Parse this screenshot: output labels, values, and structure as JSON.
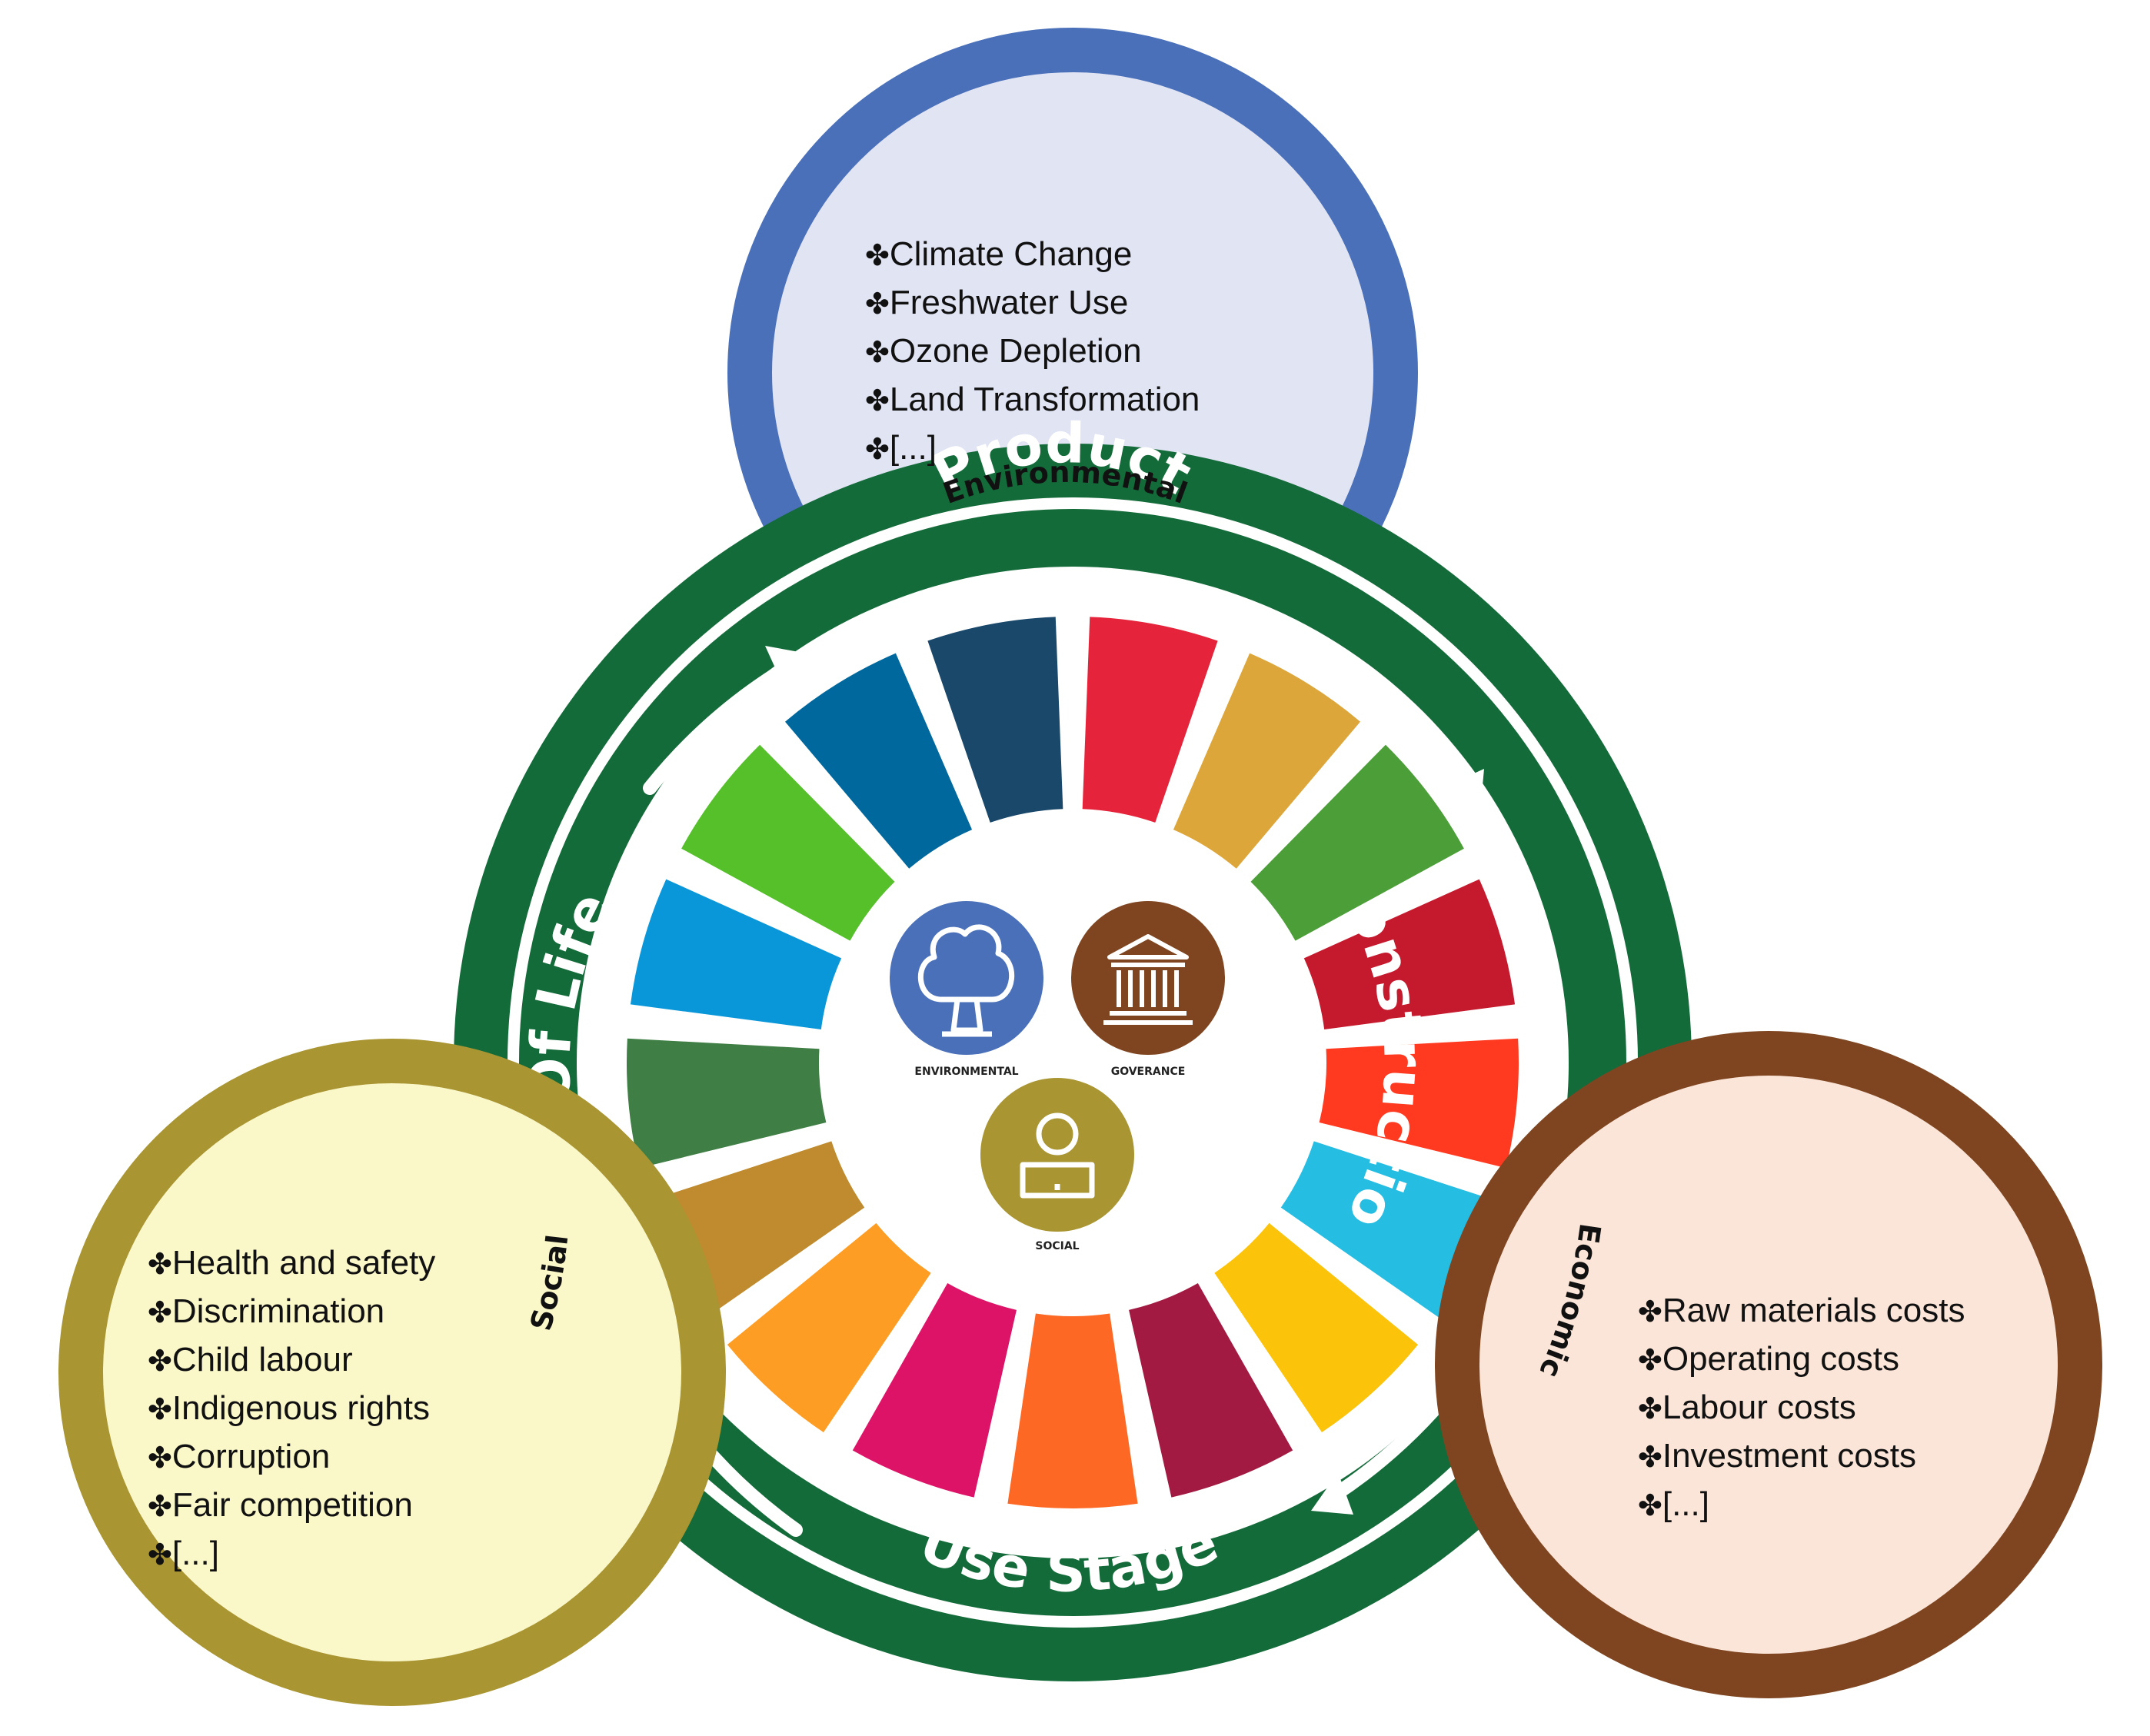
{
  "colors": {
    "environmental": "#4a70b9",
    "environmental_fill": "#e1e4f3",
    "social": "#a99532",
    "social_fill": "#faf7c9",
    "economic": "#7e4520",
    "economic_fill": "#fbe5d8",
    "ring": "#146b3a",
    "white": "#ffffff"
  },
  "bullet_glyph": "✤",
  "ring_labels": {
    "top": "Product",
    "right": "Construction",
    "bottom": "Use Stage",
    "left": "End Of Life"
  },
  "dimension_labels": {
    "environmental": "Environmental",
    "economic": "Economic",
    "social": "Social"
  },
  "center_icons": [
    {
      "name": "environmental-icon",
      "icon": "tree-icon",
      "caption": "ENVIRONMENTAL",
      "color": "#4a70b9"
    },
    {
      "name": "governance-icon",
      "icon": "building-icon",
      "caption": "GOVERANCE",
      "color": "#7e4520"
    },
    {
      "name": "social-icon",
      "icon": "person-icon",
      "caption": "SOCIAL",
      "color": "#a99532"
    }
  ],
  "sdg_segment_colors": [
    "#e5243b",
    "#dda63a",
    "#4c9f38",
    "#c5192d",
    "#ff3a21",
    "#26bde2",
    "#fcc30b",
    "#a21942",
    "#fd6925",
    "#dd1367",
    "#fd9d24",
    "#bf8b2e",
    "#3f7e44",
    "#0a97d9",
    "#56c02b",
    "#00689d",
    "#19486a"
  ],
  "environmental_items": [
    "Climate Change",
    "Freshwater Use",
    "Ozone Depletion",
    "Land Transformation",
    "[...]"
  ],
  "social_items": [
    "Health and safety",
    "Discrimination",
    "Child labour",
    "Indigenous rights",
    "Corruption",
    "Fair competition",
    "[...]"
  ],
  "economic_items": [
    "Raw materials costs",
    "Operating costs",
    "Labour costs",
    "Investment costs",
    "[...]"
  ]
}
